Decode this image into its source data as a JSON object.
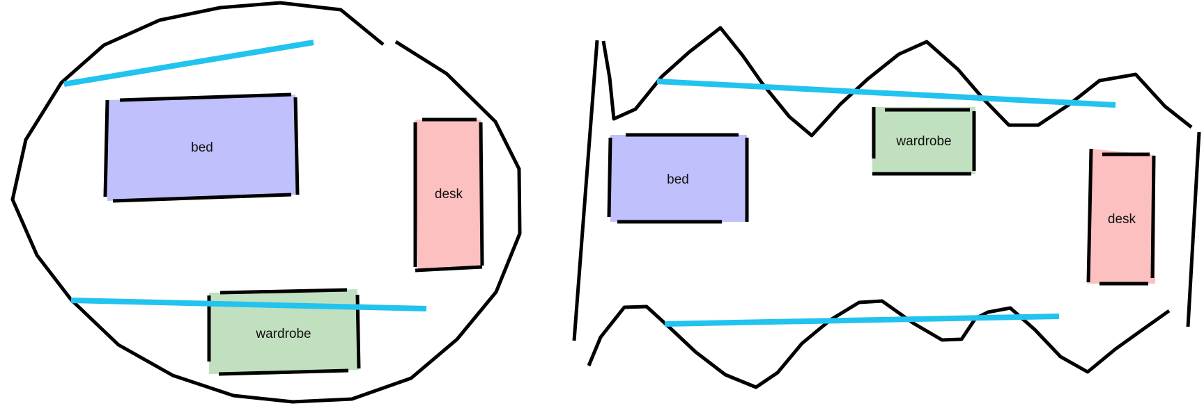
{
  "colors": {
    "background": "#ffffff",
    "outline": "#000000",
    "blue_line": "#22c3ee",
    "bed": "#c0c0fc",
    "desk": "#fdc0c0",
    "wardrobe": "#c0e0c0"
  },
  "left_room": {
    "bed": {
      "label": "bed"
    },
    "desk": {
      "label": "desk"
    },
    "wardrobe": {
      "label": "wardrobe"
    }
  },
  "right_room": {
    "bed": {
      "label": "bed"
    },
    "wardrobe": {
      "label": "wardrobe"
    },
    "desk": {
      "label": "desk"
    }
  }
}
